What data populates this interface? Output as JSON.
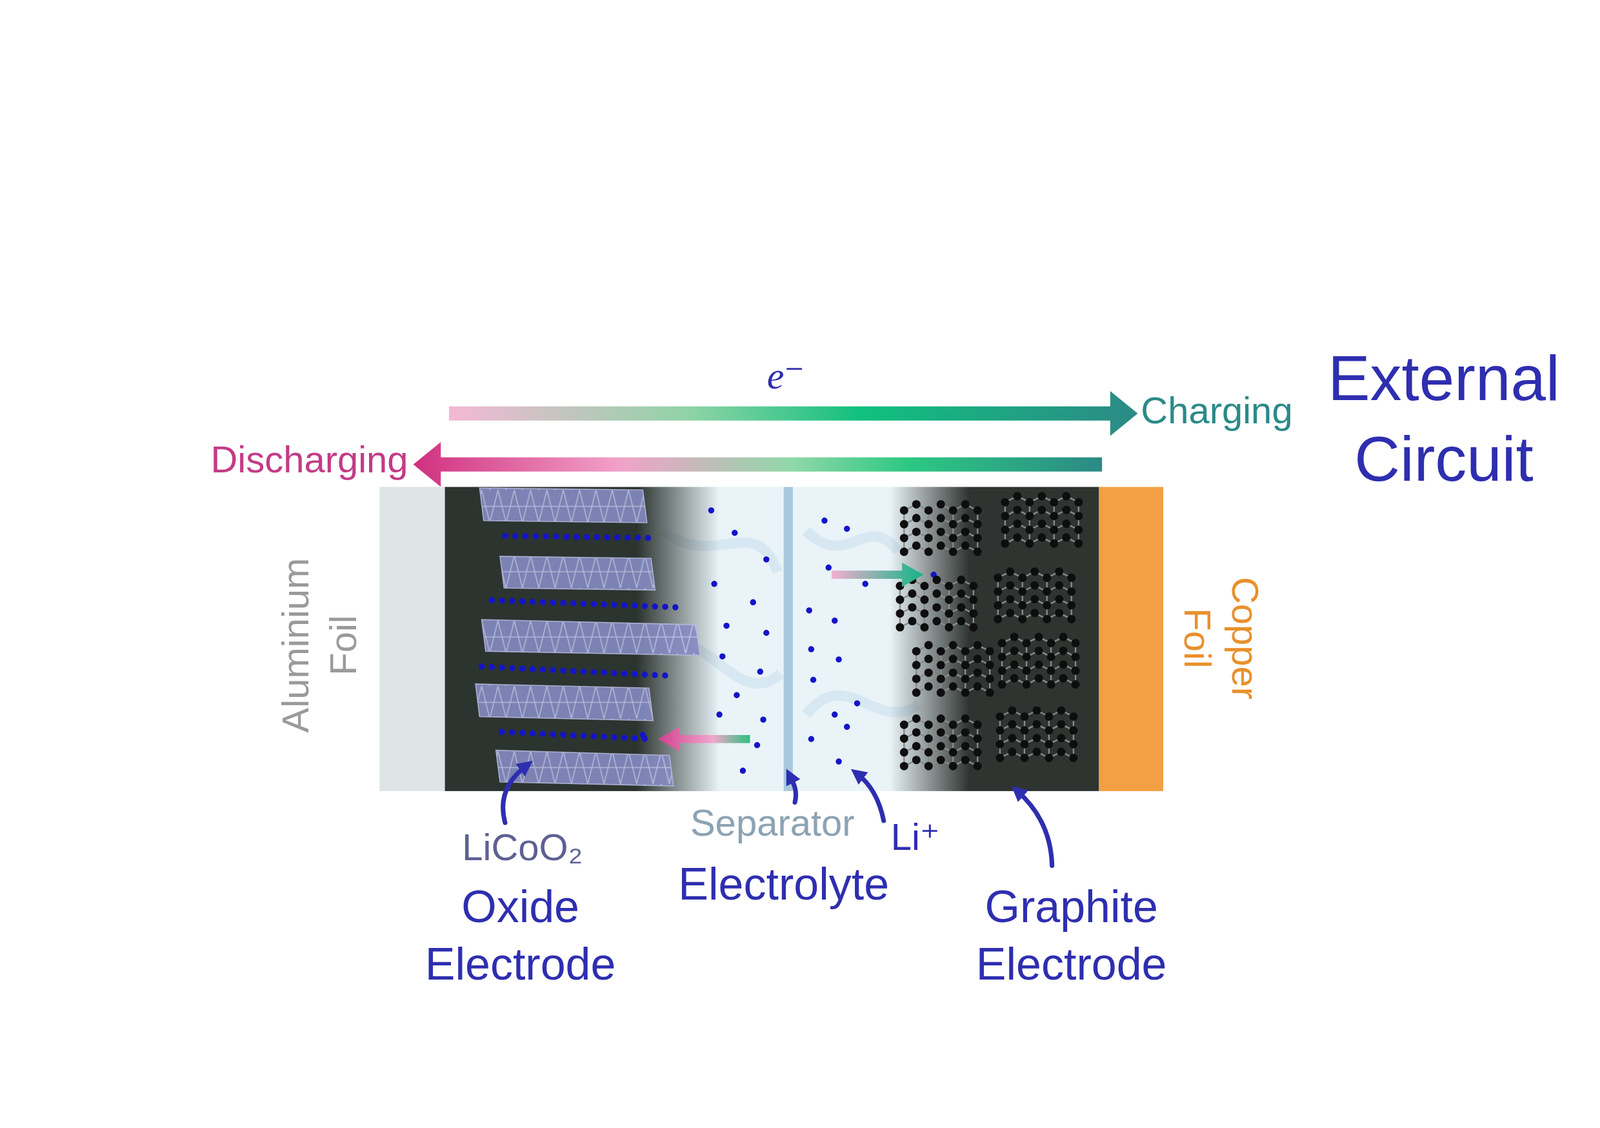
{
  "diagram": {
    "labels": [
      "e⁻",
      "Charging",
      "Discharging",
      "External Circuit",
      "Aluminium Foil",
      "Copper Foil",
      "LiCoO₂",
      "Oxide Electrode",
      "Separator",
      "Electrolyte",
      "Li⁺",
      "Graphite Electrode"
    ]
  }
}
